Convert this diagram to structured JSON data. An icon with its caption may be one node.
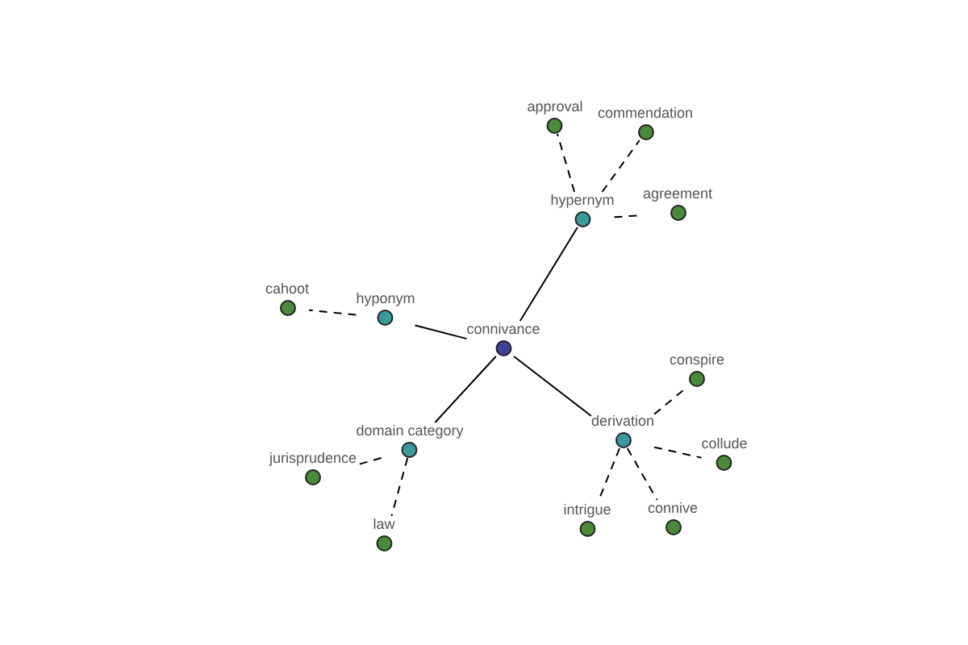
{
  "diagram": {
    "nodes": [
      {
        "text": [
          "approval"
        ]
      },
      {
        "text": [
          "commendation"
        ]
      },
      {
        "text": [
          "agreement"
        ]
      },
      {
        "text": [
          "hypernym"
        ]
      },
      {
        "text": [
          "cahoot"
        ]
      },
      {
        "text": [
          "hyponym"
        ]
      },
      {
        "text": [
          "connivance"
        ]
      },
      {
        "text": [
          "conspire"
        ]
      },
      {
        "text": [
          "derivation"
        ]
      },
      {
        "text": [
          "collude"
        ]
      },
      {
        "text": [
          "domain category"
        ]
      },
      {
        "text": [
          "jurisprudence"
        ]
      },
      {
        "text": [
          "intrigue"
        ]
      },
      {
        "text": [
          "connive"
        ]
      },
      {
        "text": [
          "law"
        ]
      }
    ],
    "edges": [
      {
        "from": 6,
        "to": 3,
        "arrow": "none"
      },
      {
        "from": 6,
        "to": 5,
        "arrow": "none"
      },
      {
        "from": 6,
        "to": 10,
        "arrow": "none"
      },
      {
        "from": 6,
        "to": 8,
        "arrow": "none"
      },
      {
        "from": 3,
        "to": 0,
        "arrow": "none",
        "style": "dashed"
      },
      {
        "from": 3,
        "to": 1,
        "arrow": "none",
        "style": "dashed"
      },
      {
        "from": 3,
        "to": 2,
        "arrow": "none",
        "style": "dashed"
      },
      {
        "from": 5,
        "to": 4,
        "arrow": "none",
        "style": "dashed"
      },
      {
        "from": 8,
        "to": 7,
        "arrow": "none",
        "style": "dashed"
      },
      {
        "from": 8,
        "to": 9,
        "arrow": "none",
        "style": "dashed"
      },
      {
        "from": 8,
        "to": 12,
        "arrow": "none",
        "style": "dashed"
      },
      {
        "from": 8,
        "to": 13,
        "arrow": "none",
        "style": "dashed"
      },
      {
        "from": 10,
        "to": 11,
        "arrow": "none",
        "style": "dashed"
      },
      {
        "from": 10,
        "to": 14,
        "arrow": "none",
        "style": "dashed"
      }
    ]
  }
}
